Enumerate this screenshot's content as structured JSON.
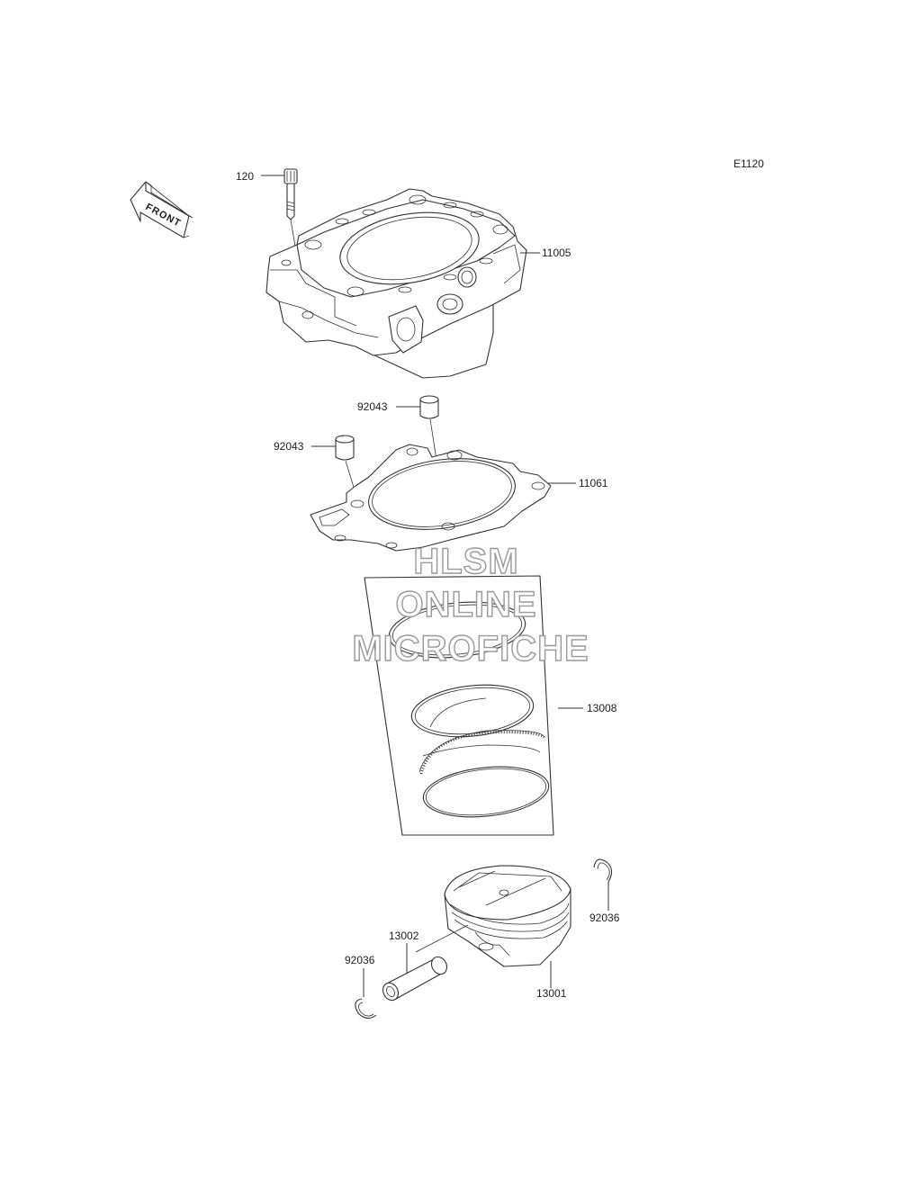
{
  "diagram": {
    "code": "E1120",
    "front_arrow_text": "FRONT",
    "labels": {
      "bolt": "120",
      "cylinder": "11005",
      "dowel_top": "92043",
      "dowel_left": "92043",
      "gasket": "11061",
      "ring_set": "13008",
      "piston": "13001",
      "piston_pin": "13002",
      "snap_ring_right": "92036",
      "snap_ring_left": "92036"
    },
    "watermark": {
      "line1": "HLSM",
      "line2": "ONLINE",
      "line3": "MICROFICHE"
    }
  }
}
